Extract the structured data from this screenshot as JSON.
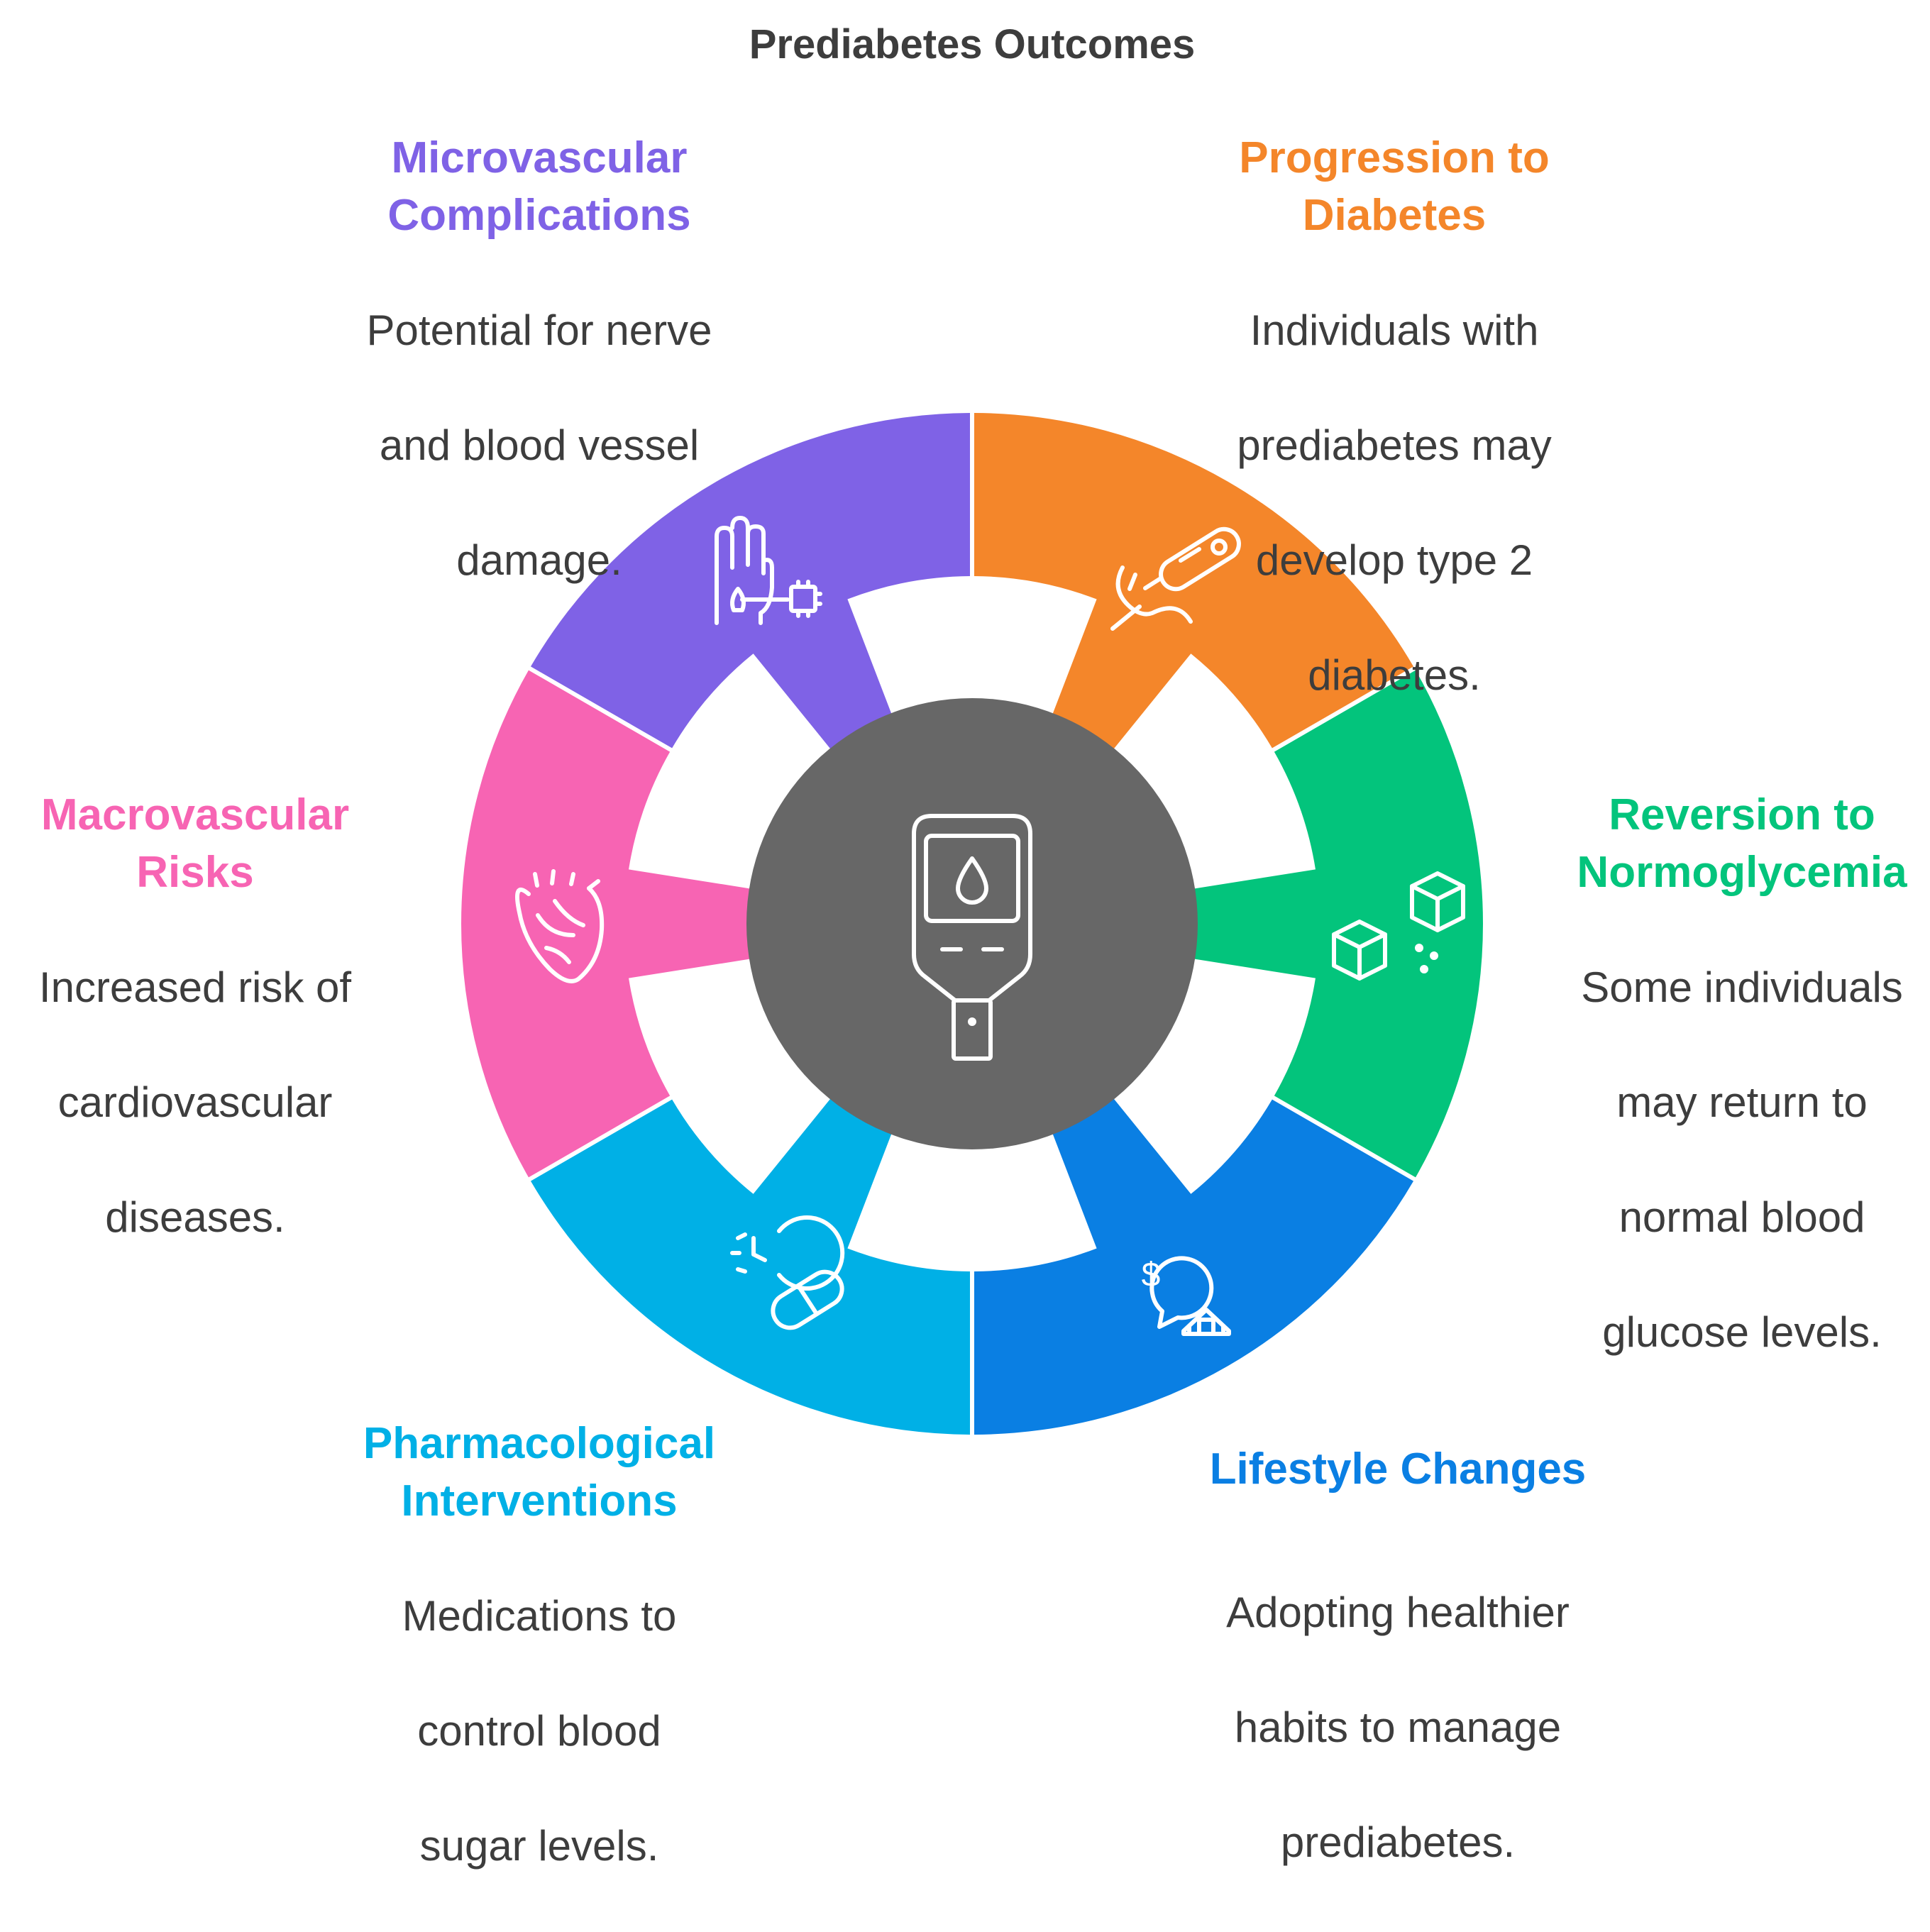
{
  "title": "Prediabetes Outcomes",
  "center": {
    "icon": "glucose-meter-icon",
    "color": "#676767"
  },
  "segments": [
    {
      "id": "progression",
      "heading": "Progression to Diabetes",
      "heading_lines": [
        "Progression to",
        "Diabetes"
      ],
      "description": "Individuals with prediabetes may develop type 2 diabetes.",
      "description_lines": [
        "Individuals with",
        "prediabetes may",
        "develop type 2",
        "diabetes."
      ],
      "color": "#f4862a",
      "icon": "glucose-test-strip-icon"
    },
    {
      "id": "reversion",
      "heading": "Reversion to Normoglycemia",
      "heading_lines": [
        "Reversion to",
        "Normoglycemia"
      ],
      "description": "Some individuals may return to normal blood glucose levels.",
      "description_lines": [
        "Some individuals",
        "may return to",
        "normal blood",
        "glucose levels."
      ],
      "color": "#03c47c",
      "icon": "sugar-cubes-icon"
    },
    {
      "id": "lifestyle",
      "heading": "Lifestyle Changes",
      "heading_lines": [
        "Lifestyle Changes"
      ],
      "description": "Adopting healthier habits to manage prediabetes.",
      "description_lines": [
        "Adopting healthier",
        "habits to manage",
        "prediabetes."
      ],
      "color": "#0a7fe3",
      "icon": "money-home-icon"
    },
    {
      "id": "pharmacological",
      "heading": "Pharmacological Interventions",
      "heading_lines": [
        "Pharmacological",
        "Interventions"
      ],
      "description": "Medications to control blood sugar levels.",
      "description_lines": [
        "Medications to",
        "control blood",
        "sugar levels."
      ],
      "color": "#00b0e6",
      "icon": "clock-pill-icon"
    },
    {
      "id": "macrovascular",
      "heading": "Macrovascular Risks",
      "heading_lines": [
        "Macrovascular",
        "Risks"
      ],
      "description": "Increased risk of cardiovascular diseases.",
      "description_lines": [
        "Increased risk of",
        "cardiovascular",
        "diseases."
      ],
      "color": "#f764b3",
      "icon": "heart-organ-icon"
    },
    {
      "id": "microvascular",
      "heading": "Microvascular Complications",
      "heading_lines": [
        "Microvascular",
        "Complications"
      ],
      "description": "Potential for nerve and blood vessel damage.",
      "description_lines": [
        "Potential for nerve",
        "and blood vessel",
        "damage."
      ],
      "color": "#7f62e6",
      "icon": "hand-nerve-chip-icon"
    }
  ]
}
